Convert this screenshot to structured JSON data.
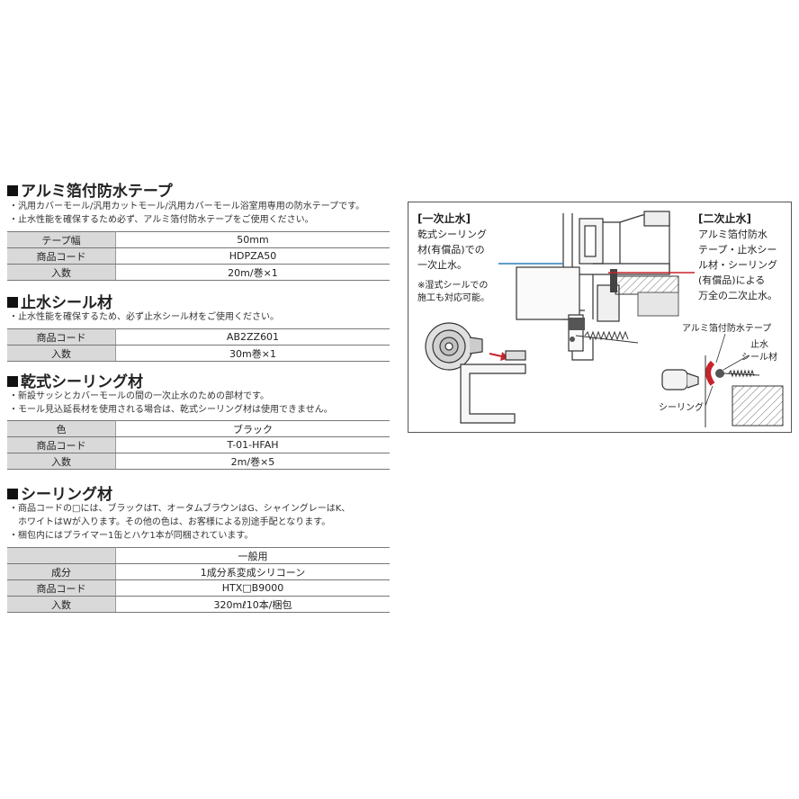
{
  "sections": {
    "tape": {
      "title": "アルミ箔付防水テープ",
      "notes": [
        "・汎用カバーモール/汎用カットモール/汎用カバーモール浴室用専用の防水テープです。",
        "・止水性能を確保するため必ず、アルミ箔付防水テープをご使用ください。"
      ],
      "rows": [
        {
          "label": "テープ幅",
          "value": "50mm"
        },
        {
          "label": "商品コード",
          "value": "HDPZA50"
        },
        {
          "label": "入数",
          "value": "20m/巻×1"
        }
      ]
    },
    "seal": {
      "title": "止水シール材",
      "notes": [
        "・止水性能を確保するため、必ず止水シール材をご使用ください。"
      ],
      "rows": [
        {
          "label": "商品コード",
          "value": "AB2ZZ601"
        },
        {
          "label": "入数",
          "value": "30m巻×1"
        }
      ]
    },
    "dry": {
      "title": "乾式シーリング材",
      "notes": [
        "・新設サッシとカバーモールの間の一次止水のための部材です。",
        "・モール見込延長材を使用される場合は、乾式シーリング材は使用できません。"
      ],
      "rows": [
        {
          "label": "色",
          "value": "ブラック"
        },
        {
          "label": "商品コード",
          "value": "T-01-HFAH"
        },
        {
          "label": "入数",
          "value": "2m/巻×5"
        }
      ]
    },
    "sealing": {
      "title": "シーリング材",
      "notes": [
        "・商品コードの□には、ブラックはT、オータムブラウンはG、シャイングレーはK、",
        "　ホワイトはWが入ります。その他の色は、お客様による別途手配となります。",
        "・梱包内にはプライマー1缶とハケ1本が同梱されています。"
      ],
      "rows": [
        {
          "label": "",
          "value": "一般用"
        },
        {
          "label": "成分",
          "value": "1成分系変成シリコーン"
        },
        {
          "label": "商品コード",
          "value": "HTX□B9000"
        },
        {
          "label": "入数",
          "value": "320mℓ10本/梱包"
        }
      ]
    }
  },
  "diagram": {
    "primary_title": "[一次止水]",
    "primary_lines": [
      "乾式シーリング",
      "材(有償品)での",
      "一次止水。"
    ],
    "primary_note": [
      "※湿式シールでの",
      "施工も対応可能。"
    ],
    "secondary_title": "[二次止水]",
    "secondary_lines": [
      "アルミ箔付防水",
      "テープ・止水シー",
      "ル材・シーリング",
      "(有償品)による",
      "万全の二次止水。"
    ],
    "label_tape": "アルミ箔付防水テープ",
    "label_seal": [
      "止水",
      "シール材"
    ],
    "label_sealing": "シーリング",
    "colors": {
      "blue": "#2a7fb8",
      "red": "#c8232c",
      "dark": "#333333"
    }
  }
}
